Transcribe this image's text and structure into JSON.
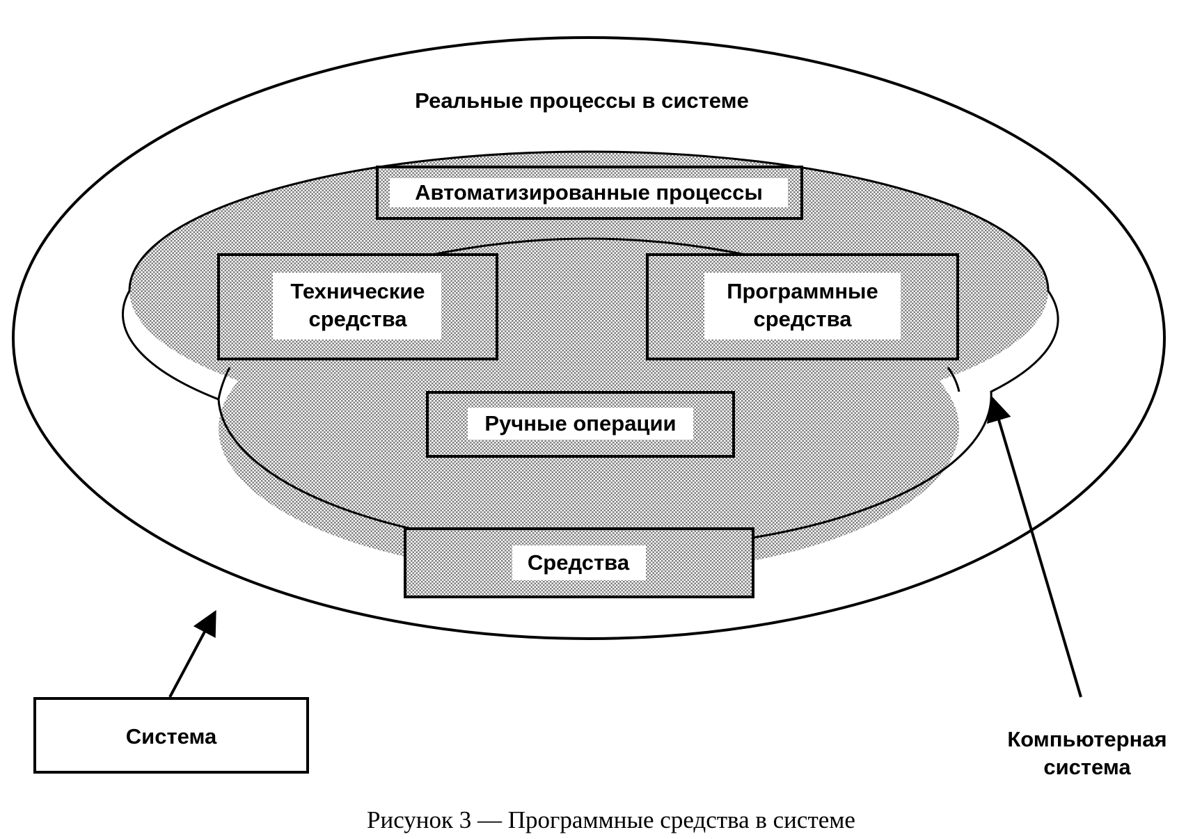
{
  "diagram": {
    "outer_ellipse_label": "Реальные процессы в системе",
    "boxes": {
      "automated": "Автоматизированные процессы",
      "hardware": [
        "Технические",
        "средства"
      ],
      "software": [
        "Программные",
        "средства"
      ],
      "manual": "Ручные операции",
      "tools": "Средства"
    },
    "callouts": {
      "system": "Система",
      "computer_system": [
        "Компьютерная",
        "система"
      ]
    }
  },
  "caption": "Рисунок 3 — Программные средства в системе",
  "colors": {
    "line": "#000000",
    "shade_dot": "#8a8a8a",
    "background": "#ffffff"
  }
}
